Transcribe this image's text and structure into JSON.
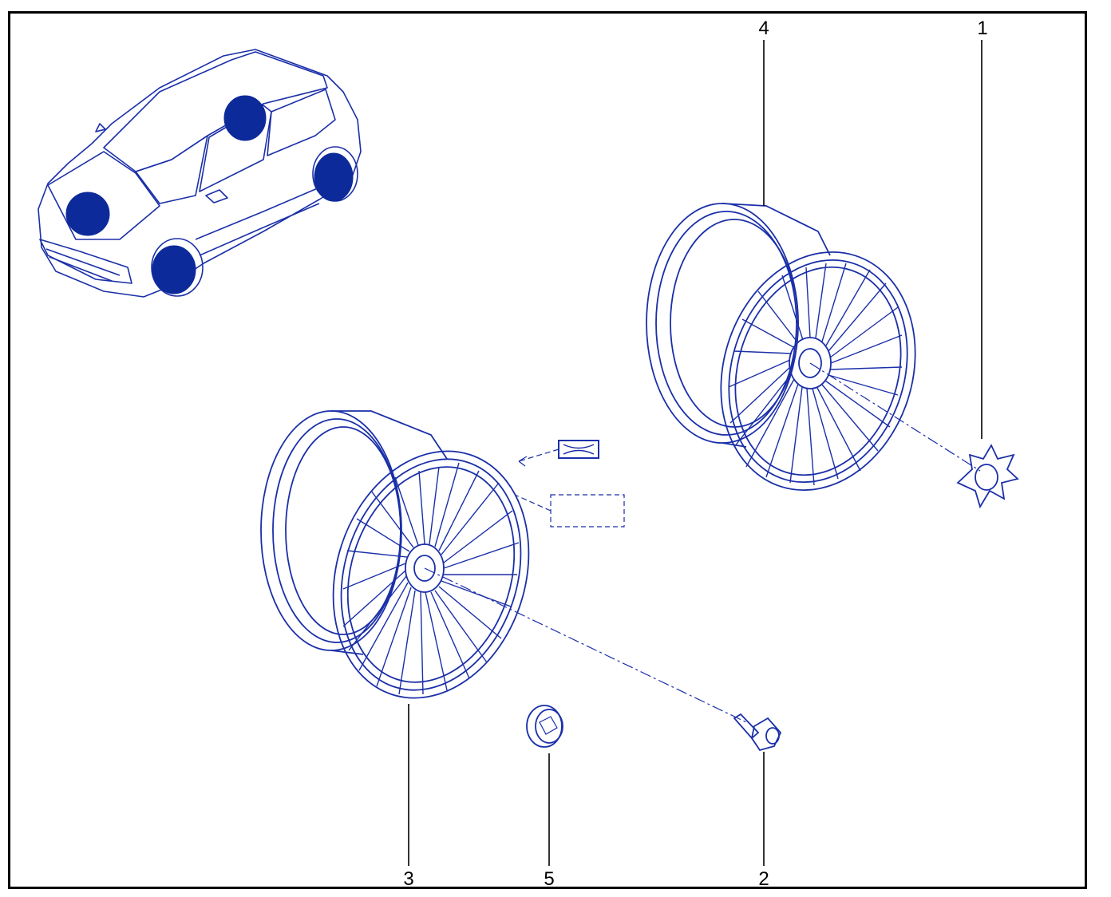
{
  "diagram": {
    "line_color": "#1a2fa8",
    "highlight_color": "#0d2a9a",
    "callouts": [
      {
        "id": "1",
        "label": "1"
      },
      {
        "id": "2",
        "label": "2"
      },
      {
        "id": "3",
        "label": "3"
      },
      {
        "id": "4",
        "label": "4"
      },
      {
        "id": "5",
        "label": "5"
      }
    ]
  }
}
